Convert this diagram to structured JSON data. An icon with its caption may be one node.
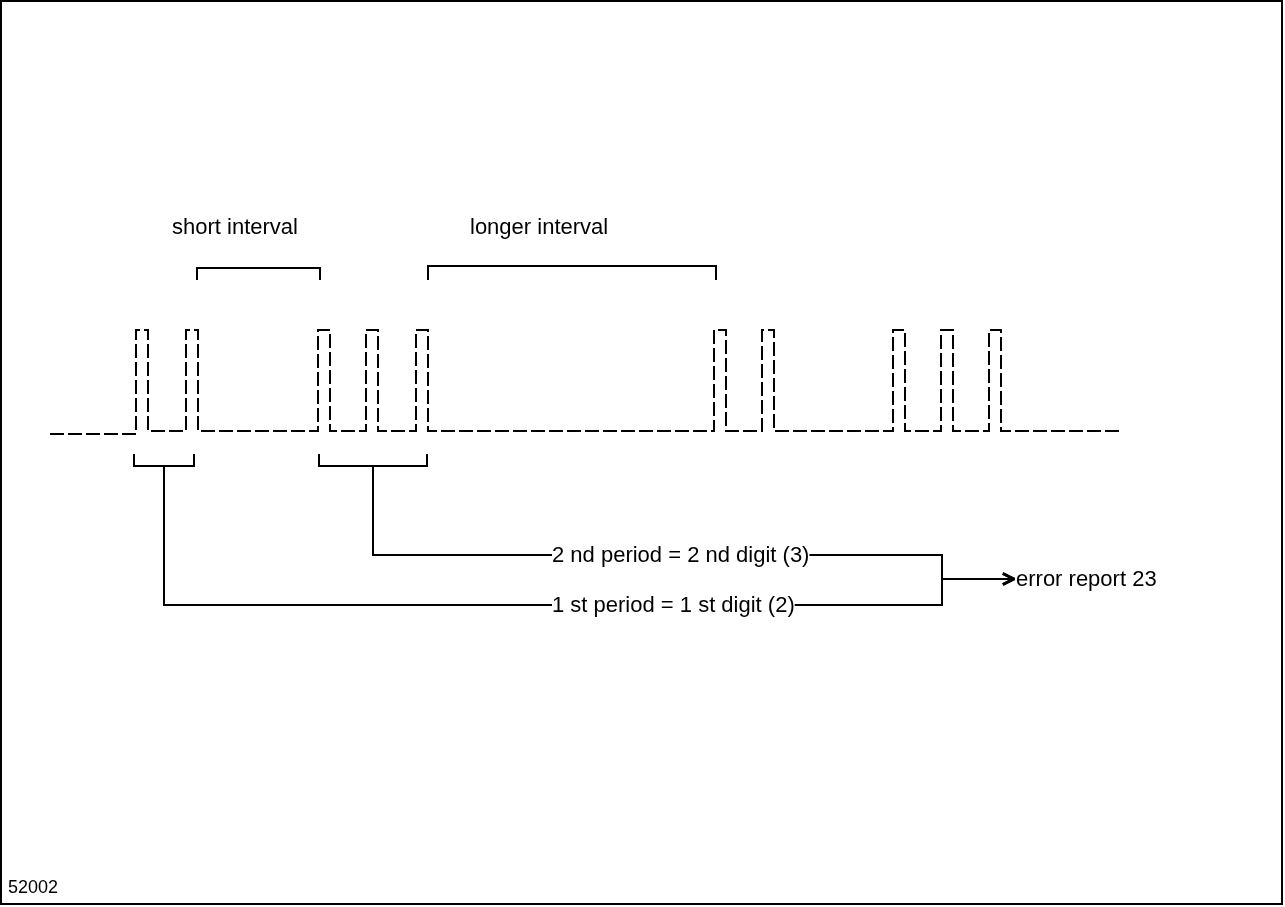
{
  "diagram": {
    "nodes": [
      {
        "text": [
          "2 nd period = 2 nd digit (3)"
        ]
      },
      {
        "text": [
          "1 st period = 1 st digit (2)"
        ]
      },
      {
        "text": [
          "error report 23"
        ]
      },
      {
        "text": [],
        "shape": "bracket"
      },
      {
        "text": [],
        "shape": "bracket"
      }
    ],
    "edges": [
      {
        "from": 0,
        "to": 4,
        "arrow": "none"
      },
      {
        "from": 1,
        "to": 3,
        "arrow": "none"
      },
      {
        "from": 0,
        "to": 2,
        "arrow": "to"
      },
      {
        "from": 1,
        "to": 2,
        "arrow": "to"
      }
    ],
    "labels": [
      "short interval",
      "longer interval",
      "52002"
    ]
  }
}
